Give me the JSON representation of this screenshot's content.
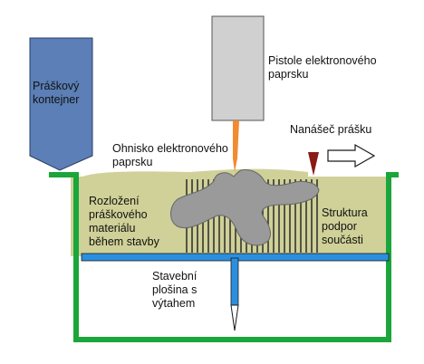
{
  "labels": {
    "powder_container": [
      "Práškový",
      "kontejner"
    ],
    "electron_gun": [
      "Pistole elektronového",
      "paprsku"
    ],
    "powder_applicator": [
      "Nanášeč prášku"
    ],
    "beam_focus": [
      "Ohnisko elektronového",
      "paprsku"
    ],
    "powder_layer": [
      "Rozložení",
      "práškového",
      "materiálu",
      "během stavby"
    ],
    "support_structure": [
      "Struktura",
      "podpor",
      "součásti"
    ],
    "build_platform": [
      "Stavební",
      "plošina s",
      "výtahem"
    ]
  },
  "colors": {
    "container": "#5b7fb6",
    "gun": "#d0d0d0",
    "beam": "#f28a30",
    "tank": "#1aa63a",
    "powder": "#cfd198",
    "platform": "#2b8fe0",
    "part": "#9a9a9a",
    "applicator": "#8b1a14",
    "support_lines": "#2a2a2a"
  },
  "icons": {
    "direction_arrow": "arrow-right-outline"
  }
}
